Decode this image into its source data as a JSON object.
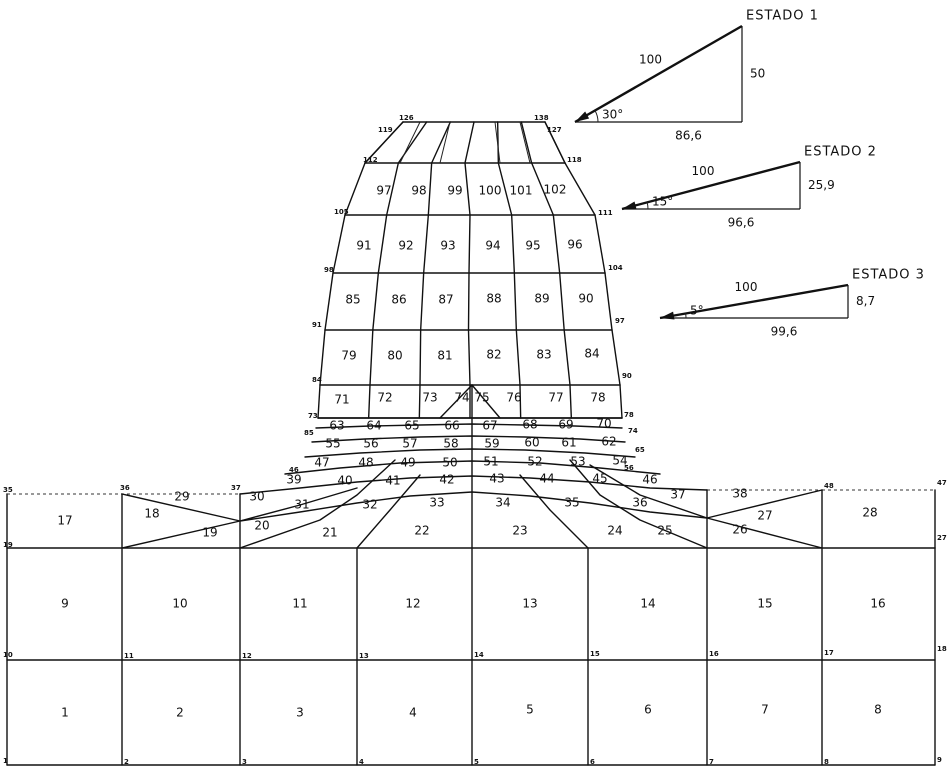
{
  "mesh": {
    "element_labels": [
      "1",
      "2",
      "3",
      "4",
      "5",
      "6",
      "7",
      "8",
      "9",
      "10",
      "11",
      "12",
      "13",
      "14",
      "15",
      "16",
      "17",
      "18",
      "19",
      "20",
      "21",
      "22",
      "23",
      "24",
      "25",
      "26",
      "27",
      "28",
      "29",
      "30",
      "31",
      "32",
      "33",
      "34",
      "35",
      "36",
      "37",
      "38",
      "39",
      "40",
      "41",
      "42",
      "43",
      "44",
      "45",
      "46",
      "47",
      "48",
      "49",
      "50",
      "51",
      "52",
      "53",
      "54",
      "55",
      "56",
      "57",
      "58",
      "59",
      "60",
      "61",
      "62",
      "63",
      "64",
      "65",
      "66",
      "67",
      "68",
      "69",
      "70",
      "71",
      "72",
      "73",
      "74",
      "75",
      "76",
      "77",
      "78",
      "79",
      "80",
      "81",
      "82",
      "83",
      "84",
      "85",
      "86",
      "87",
      "88",
      "89",
      "90",
      "91",
      "92",
      "93",
      "94",
      "95",
      "96",
      "97",
      "98",
      "99",
      "100",
      "101",
      "102"
    ],
    "node_labels": [
      "1",
      "2",
      "3",
      "4",
      "5",
      "6",
      "7",
      "8",
      "9",
      "10",
      "11",
      "12",
      "13",
      "14",
      "15",
      "16",
      "17",
      "18",
      "19",
      "27",
      "35",
      "36",
      "37",
      "46",
      "47",
      "48",
      "56",
      "65",
      "73",
      "74",
      "78",
      "84",
      "85",
      "90",
      "91",
      "97",
      "98",
      "104",
      "105",
      "111",
      "112",
      "118",
      "119",
      "126",
      "127",
      "138"
    ]
  },
  "load_states": [
    {
      "title": "ESTADO 1",
      "magnitude": "100",
      "vertical": "50",
      "horizontal": "86,6",
      "angle": "30°",
      "color": "#111111"
    },
    {
      "title": "ESTADO 2",
      "magnitude": "100",
      "vertical": "25,9",
      "horizontal": "96,6",
      "angle": "15°",
      "color": "#111111"
    },
    {
      "title": "ESTADO 3",
      "magnitude": "100",
      "vertical": "8,7",
      "horizontal": "99,6",
      "angle": "5°",
      "color": "#111111"
    }
  ]
}
